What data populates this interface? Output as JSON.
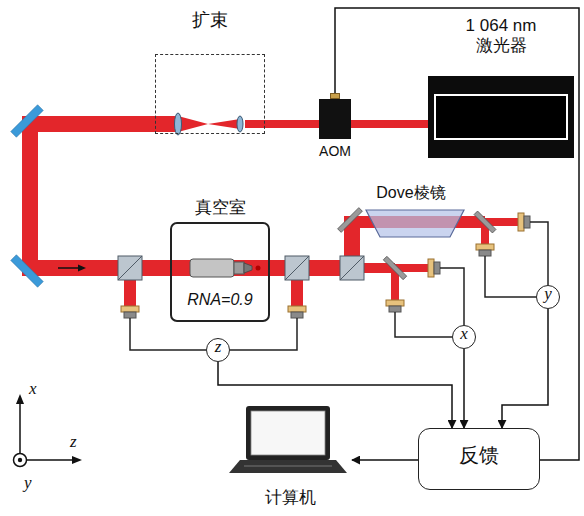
{
  "diagram": {
    "nodes": [
      {
        "text": [
          "扩束"
        ]
      },
      {
        "text": [
          "1 064 nm 激光器"
        ]
      },
      {
        "text": [
          "AOM"
        ]
      },
      {
        "text": [
          "真空室",
          "RNA=0.9"
        ]
      },
      {
        "text": [
          "Dove棱镜"
        ]
      },
      {
        "text": [
          "y"
        ]
      },
      {
        "text": [
          "z"
        ]
      },
      {
        "text": [
          "x"
        ]
      },
      {
        "text": [
          "反馈"
        ]
      },
      {
        "text": [
          "计算机"
        ]
      }
    ],
    "edges": [
      {
        "from": 6,
        "to": 8,
        "arrow": "to"
      },
      {
        "from": 7,
        "to": 8,
        "arrow": "to"
      },
      {
        "from": 5,
        "to": 8,
        "arrow": "to"
      },
      {
        "from": 8,
        "to": 9,
        "arrow": "to"
      },
      {
        "from": 8,
        "to": 2,
        "arrow": "none"
      }
    ],
    "labels": [
      "x",
      "z",
      "y"
    ]
  }
}
